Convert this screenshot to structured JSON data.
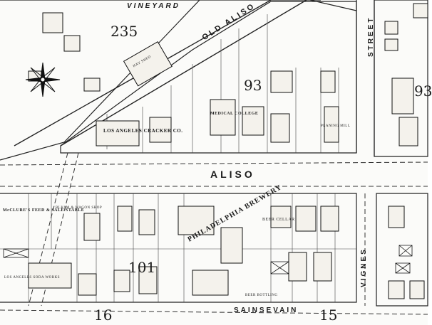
{
  "streets": {
    "vineyard": "VINEYARD",
    "old_aliso": "OLD ALISO",
    "aliso": "ALISO",
    "street_right": "STREET",
    "vignes": "VIGNES",
    "sainsevain": "SAINSEVAIN"
  },
  "blocks": {
    "b235": "235",
    "b93": "93",
    "b93_right": "93",
    "b101": "101",
    "b16": "16",
    "b15": "15"
  },
  "businesses": {
    "medical_college": "MEDICAL COLLEGE",
    "cracker_co": "LOS ANGELES CRACKER CO.",
    "mcclure_stable": "McCLURE'S FEED & SALE STABLE",
    "blacksmith": "BLKSM & WAGON SHOP",
    "brewery": "PHILADELPHIA BREWERY",
    "beer_cellar": "BEER CELLAR",
    "beer_bottling": "BEER BOTTLING",
    "hay_shed": "HAY SHED",
    "soda_works": "LOS ANGELES SODA WORKS",
    "planing_mill": "PLANING MILL"
  }
}
